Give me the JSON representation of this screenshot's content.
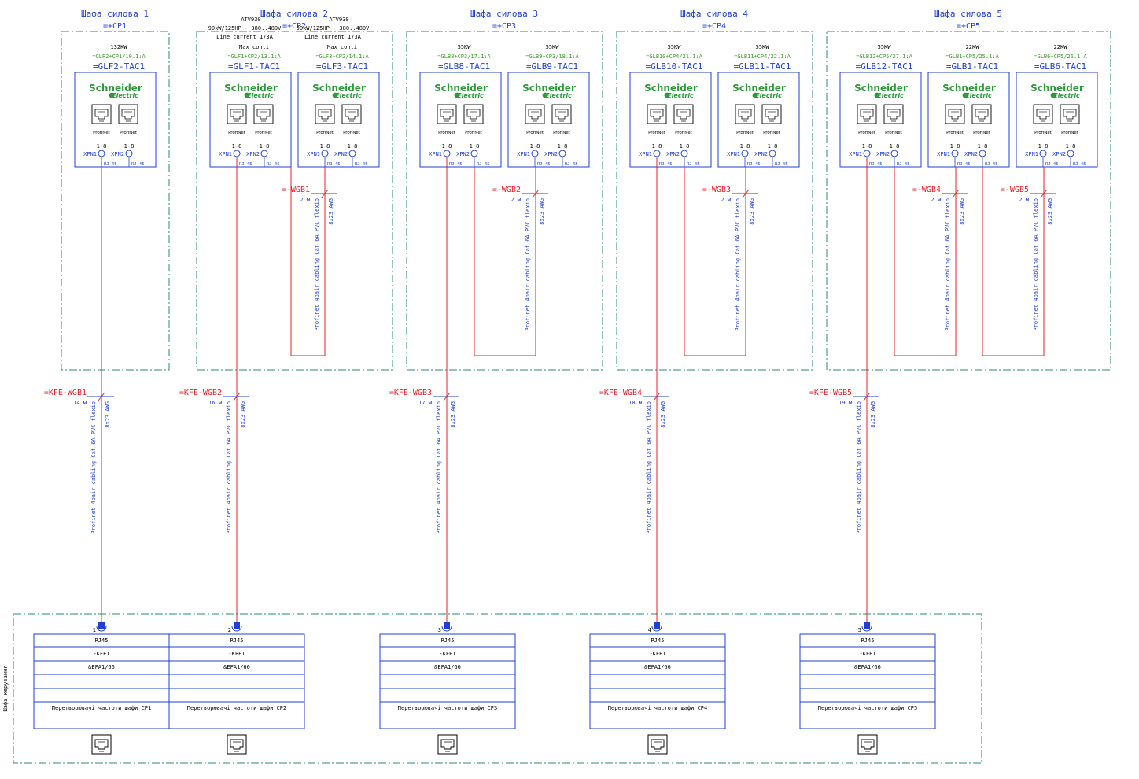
{
  "colors": {
    "blue": "#1f3fd6",
    "red": "#e8202a",
    "teal": "#2a8a7a",
    "green": "#3a9a2a",
    "brand_green": "#2c9a3a"
  },
  "cabinets": [
    {
      "title": "Шафа силова 1",
      "code": "=+CP1"
    },
    {
      "title": "Шафа силова 2",
      "code": "=+CP2"
    },
    {
      "title": "Шафа силова 3",
      "code": "=+CP3"
    },
    {
      "title": "Шафа силова 4",
      "code": "=+CP4"
    },
    {
      "title": "Шафа силова 5",
      "code": "=+CP5"
    }
  ],
  "drive_header": {
    "model": "ATV930",
    "rating": "90kW/125HP - 380..480V",
    "current": "Line current 173A",
    "max": "Max conti"
  },
  "devices": [
    {
      "power": "132KW",
      "ref": "=GLF2+CP1/10.1:A",
      "name": "=GLF2-TAC1"
    },
    {
      "power": "Max conti",
      "ref": "=GLF1+CP2/13.1:A",
      "name": "=GLF1-TAC1"
    },
    {
      "power": "Max conti",
      "ref": "=GLF3+CP2/14.1:A",
      "name": "=GLF3-TAC1"
    },
    {
      "power": "55KW",
      "ref": "=GLB8+CP3/17.1:A",
      "name": "=GLB8-TAC1"
    },
    {
      "power": "55KW",
      "ref": "=GLB9+CP3/18.1:A",
      "name": "=GLB9-TAC1"
    },
    {
      "power": "55KW",
      "ref": "=GLB10+CP4/21.1:A",
      "name": "=GLB10-TAC1"
    },
    {
      "power": "55KW",
      "ref": "=GLB11+CP4/22.1:A",
      "name": "=GLB11-TAC1"
    },
    {
      "power": "55KW",
      "ref": "=GLB12+CP5/27.1:A",
      "name": "=GLB12-TAC1"
    },
    {
      "power": "22KW",
      "ref": "=GLB1+CP5/25.1:A",
      "name": "=GLB1-TAC1"
    },
    {
      "power": "22KW",
      "ref": "=GLB6+CP5/26.1:A",
      "name": "=GLB6-TAC1"
    }
  ],
  "device_common": {
    "brand_main": "Schneider",
    "brand_sub": "Electric",
    "profinet": "ProfiNet",
    "pin_range": "1-8",
    "xpn1": "XPN1",
    "xpn2": "XPN2",
    "rj45": "RJ-45"
  },
  "inner_cables": [
    {
      "name": "=-WGB1",
      "length": "2 м"
    },
    {
      "name": "=-WGB2",
      "length": "2 м"
    },
    {
      "name": "=-WGB3",
      "length": "2 м"
    },
    {
      "name": "=-WGB4",
      "length": "2 м"
    },
    {
      "name": "=-WGB5",
      "length": "2 м"
    }
  ],
  "main_cables": [
    {
      "name": "=KFE-WGB1",
      "length": "14 м"
    },
    {
      "name": "=KFE-WGB2",
      "length": "16 м"
    },
    {
      "name": "=KFE-WGB3",
      "length": "17 м"
    },
    {
      "name": "=KFE-WGB4",
      "length": "18 м"
    },
    {
      "name": "=KFE-WGB5",
      "length": "19 м"
    }
  ],
  "cable_spec": {
    "line1": "Profinet 4pair cabling Cat 6A PVC flexib",
    "line2": "8x23 AWG"
  },
  "control_cabinet_label": "Шафа керування",
  "terminals": [
    {
      "no": "1",
      "type": "RJ45",
      "dev": "-KFE1",
      "loc": "&EFA1/66",
      "desc": "Перетворювачі частоти шафи CP1"
    },
    {
      "no": "2",
      "type": "RJ45",
      "dev": "-KFE1",
      "loc": "&EFA1/66",
      "desc": "Перетворювачі частоти шафи CP2"
    },
    {
      "no": "3",
      "type": "RJ45",
      "dev": "-KFE1",
      "loc": "&EFA1/66",
      "desc": "Перетворювачі частоти шафи CP3"
    },
    {
      "no": "4",
      "type": "RJ45",
      "dev": "-KFE1",
      "loc": "&EFA1/66",
      "desc": "Перетворювачі частоти шафи CP4"
    },
    {
      "no": "5",
      "type": "RJ45",
      "dev": "-KFE1",
      "loc": "&EFA1/66",
      "desc": "Перетворювачі частоти шафи CP5"
    }
  ]
}
